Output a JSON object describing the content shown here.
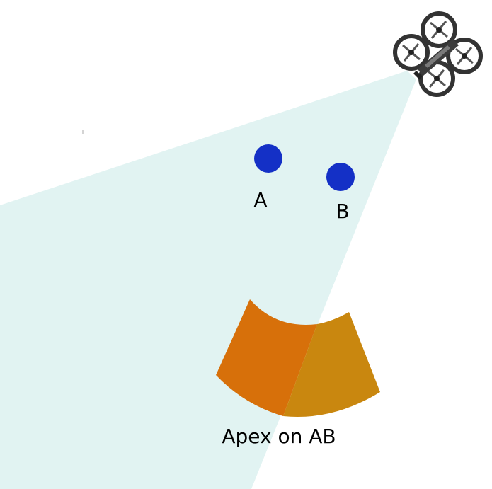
{
  "diagram": {
    "points": [
      {
        "id": "A",
        "label": "A"
      },
      {
        "id": "B",
        "label": "B"
      }
    ],
    "region_caption": "Apex on AB",
    "icons": {
      "drone": "quadcopter-drone-icon"
    },
    "colors": {
      "background": "#ffffff",
      "view_cone": "#e1f3f2",
      "point_fill": "#1430c6",
      "arc_left": "#d7700a",
      "arc_right": "#c9870f",
      "drone_body": "#3c3c3c",
      "text": "#000000"
    }
  }
}
